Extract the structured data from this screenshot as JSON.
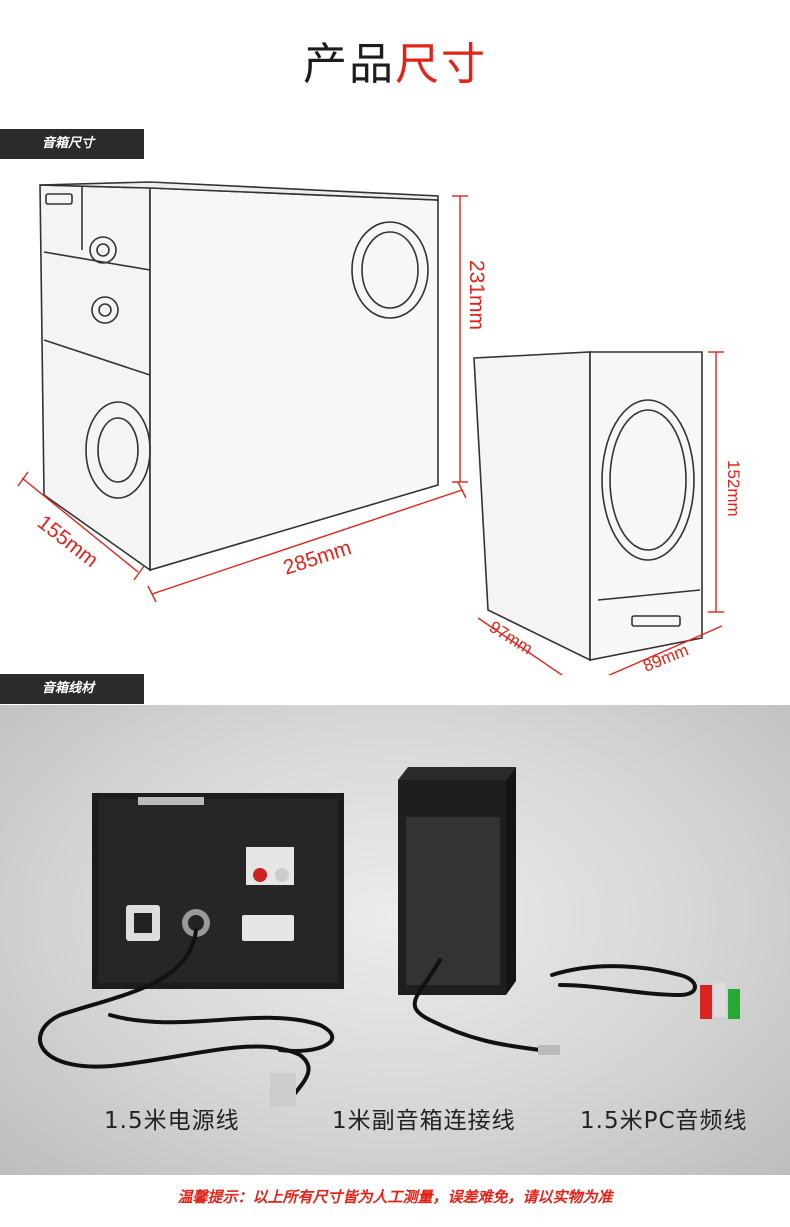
{
  "header": {
    "title_part1": "产品",
    "title_part2": "尺寸"
  },
  "sections": {
    "size_tag": "音箱尺寸",
    "cable_tag": "音箱线材"
  },
  "dimensions": {
    "sub_height": "231mm",
    "sub_depth": "155mm",
    "sub_width": "285mm",
    "sat_height": "152mm",
    "sat_depth": "97mm",
    "sat_width": "89mm"
  },
  "cables": {
    "power": "1.5米电源线",
    "satellite": "1米副音箱连接线",
    "audio": "1.5米PC音频线"
  },
  "note": "温馨提示：以上所有尺寸皆为人工测量，误差难免，请以实物为准",
  "colors": {
    "accent": "#e3231a",
    "tag_bg": "#2b2b2b"
  }
}
